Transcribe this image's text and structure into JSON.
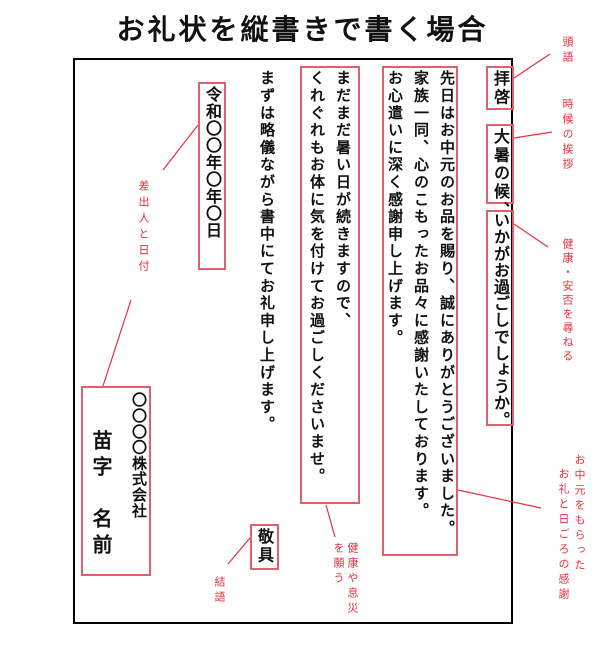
{
  "title": "お礼状を縦書きで書く場合",
  "letter": {
    "opening": "拝啓",
    "seasonal_greeting": "大暑の候、",
    "wellbeing_inquiry": "いかがお過ごしでしょうか。",
    "thanks_line1": "先日はお中元のお品を賜り、誠にありがとうございました。",
    "thanks_line2": "家族一同、心のこもったお品々に感謝いたしております。",
    "thanks_line3": "お心遣いに深く感謝申し上げます。",
    "wish_line1": "まだまだ暑い日が続きますので、",
    "wish_line2": "くれぐれもお体に気を付けてお過ごしくださいませ。",
    "closing_sentence": "まずは略儀ながら書中にてお礼申し上げます。",
    "closing": "敬具",
    "date": "令和〇〇年〇年〇日",
    "company": "〇〇〇〇株式会社",
    "name": "苗字　名前"
  },
  "annotations": {
    "opening": "頭語",
    "seasonal": "時候の挨拶",
    "wellbeing": "健康・安否を尋ねる",
    "thanks_a": "お中元をもらった",
    "thanks_b": "お礼と日ごろの感謝",
    "wish_a": "健康や息災",
    "wish_b": "を願う",
    "closing": "結語",
    "sender": "差出人と日付"
  },
  "colors": {
    "annotation": "#e8303e",
    "box_border": "#e06070",
    "frame": "#000000"
  }
}
